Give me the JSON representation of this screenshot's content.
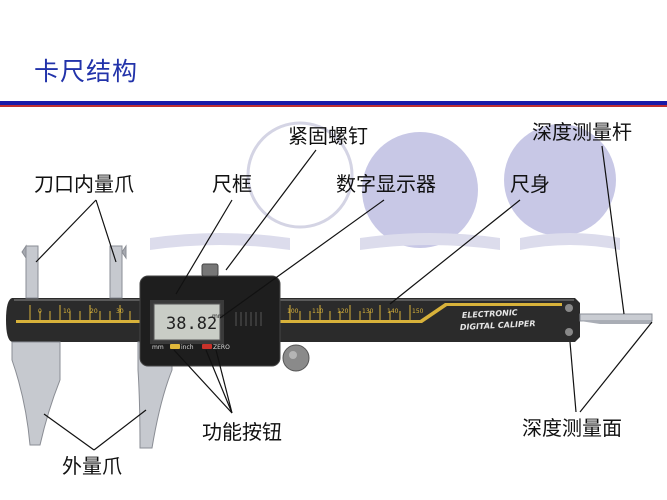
{
  "title": "卡尺结构",
  "labels": {
    "inner_jaws": "刀口内量爪",
    "frame": "尺框",
    "lock_screw": "紧固螺钉",
    "display": "数字显示器",
    "main_beam": "尺身",
    "depth_rod": "深度测量杆",
    "buttons": "功能按钮",
    "depth_face": "深度测量面",
    "outer_jaws": "外量爪"
  },
  "caliper": {
    "display_reading": "38.82",
    "display_unit": "mm",
    "brand_line1": "ELECTRONIC",
    "brand_line2": "DIGITAL CALIPER",
    "btn_mm": "mm",
    "btn_inch": "inch",
    "btn_zero": "ZERO",
    "scale_numbers": [
      "0",
      "10",
      "20",
      "30",
      "100",
      "110",
      "120",
      "130",
      "140",
      "150"
    ]
  },
  "colors": {
    "title": "#2233aa",
    "rule_blue": "#1a1aa8",
    "rule_red": "#c03030",
    "beam": "#2b2b2b",
    "scale_yellow": "#d8b23a",
    "circle_lavender": "#c8c8e6"
  }
}
